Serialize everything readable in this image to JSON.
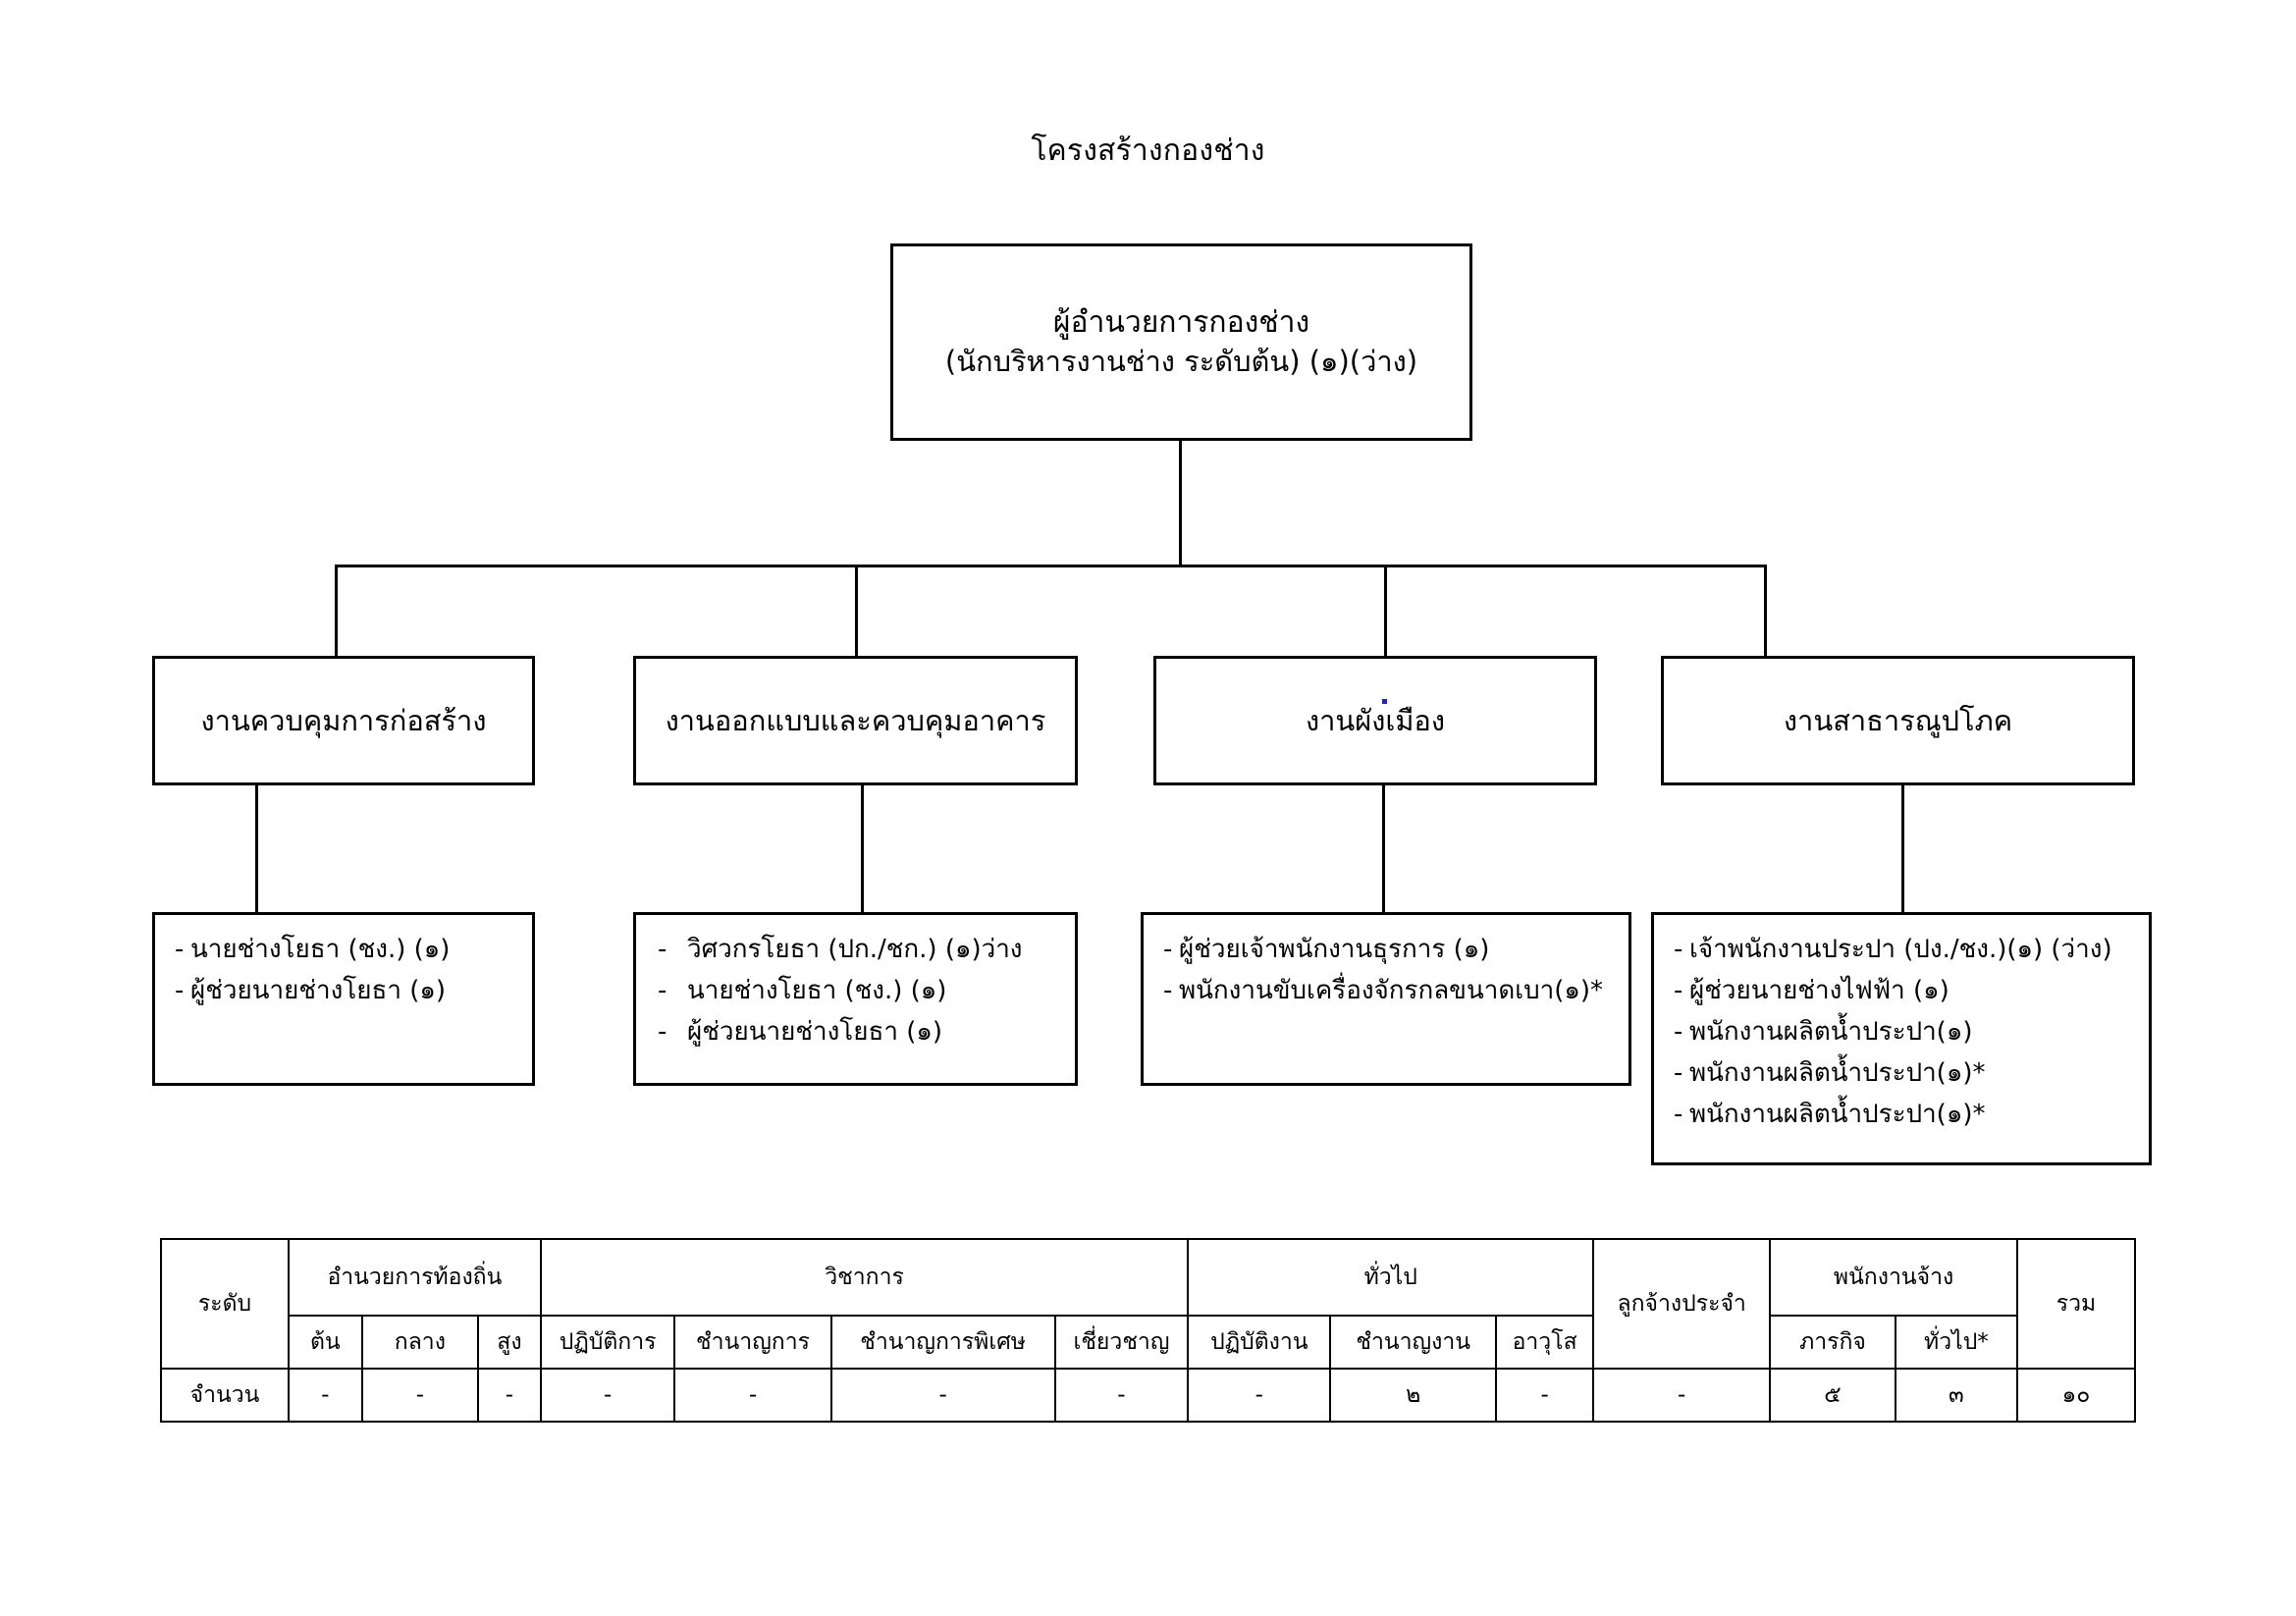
{
  "title": "โครงสร้างกองช่าง",
  "root": {
    "line1": "ผู้อำนวยการกองช่าง",
    "line2": "(นักบริหารงานช่าง ระดับต้น) (๑)(ว่าง)"
  },
  "units": [
    {
      "label": "งานควบคุมการก่อสร้าง"
    },
    {
      "label": "งานออกแบบและควบคุมอาคาร"
    },
    {
      "label": "งานผังเมือง"
    },
    {
      "label": "งานสาธารณูปโภค"
    }
  ],
  "details": [
    {
      "unit": "งานควบคุมการก่อสร้าง",
      "items": [
        "นายช่างโยธา (ชง.) (๑)",
        "ผู้ช่วยนายช่างโยธา (๑)"
      ]
    },
    {
      "unit": "งานออกแบบและควบคุมอาคาร",
      "items": [
        "วิศวกรโยธา (ปก./ชก.) (๑)ว่าง",
        "นายช่างโยธา (ชง.) (๑)",
        "ผู้ช่วยนายช่างโยธา (๑)"
      ]
    },
    {
      "unit": "งานผังเมือง",
      "items": [
        "ผู้ช่วยเจ้าพนักงานธุรการ (๑)",
        "พนักงานขับเครื่องจักรกลขนาดเบา(๑)*"
      ]
    },
    {
      "unit": "งานสาธารณูปโภค",
      "items": [
        "เจ้าพนักงานประปา (ปง./ชง.)(๑) (ว่าง)",
        "ผู้ช่วยนายช่างไฟฟ้า (๑)",
        "พนักงานผลิตน้ำประปา(๑)",
        "พนักงานผลิตน้ำประปา(๑)*",
        "พนักงานผลิตน้ำประปา(๑)*"
      ]
    }
  ],
  "bullet_dash": "-",
  "summary": {
    "row_header_label": "ระดับ",
    "groups": {
      "local_admin": "อำนวยการท้องถิ่น",
      "academic": "วิชาการ",
      "general": "ทั่วไป",
      "permanent_employee": "ลูกจ้างประจำ",
      "hired_staff": "พนักงานจ้าง",
      "total": "รวม"
    },
    "subheaders": {
      "local_admin": [
        "ต้น",
        "กลาง",
        "สูง"
      ],
      "academic": [
        "ปฏิบัติการ",
        "ชำนาญการ",
        "ชำนาญการพิเศษ",
        "เชี่ยวชาญ"
      ],
      "general": [
        "ปฏิบัติงาน",
        "ชำนาญงาน",
        "อาวุโส"
      ],
      "hired_staff": [
        "ภารกิจ",
        "ทั่วไป*"
      ]
    },
    "rows": [
      {
        "label": "จำนวน",
        "values": [
          "-",
          "-",
          "-",
          "-",
          "-",
          "-",
          "-",
          "-",
          "๒",
          "-",
          "-",
          "๕",
          "๓",
          "๑๐"
        ]
      }
    ]
  }
}
